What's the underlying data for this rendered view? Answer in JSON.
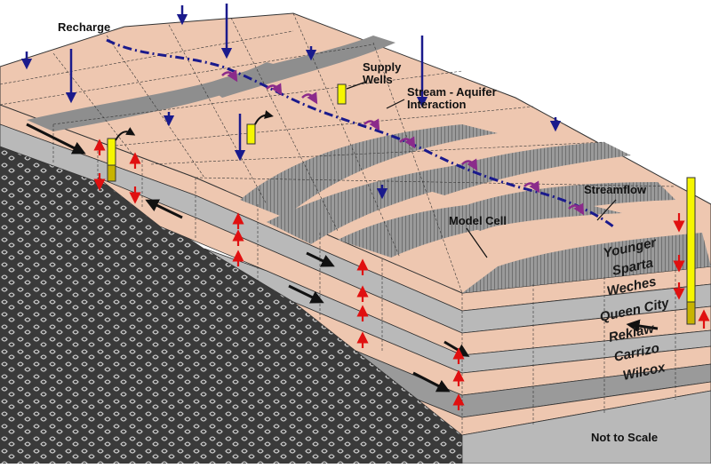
{
  "diagram": {
    "labels": {
      "recharge": "Recharge",
      "supply_wells_line1": "Supply",
      "supply_wells_line2": "Wells",
      "stream_aquifer_line1": "Stream - Aquifer",
      "stream_aquifer_line2": "Interaction",
      "streamflow": "Streamflow",
      "model_cell": "Model Cell",
      "not_to_scale": "Not to Scale"
    },
    "formations": [
      "Younger",
      "Sparta",
      "Weches",
      "Queen City",
      "Reklaw",
      "Carrizo",
      "Wilcox"
    ],
    "colors": {
      "sand": "#eec7b0",
      "clay": "#8e8e8e",
      "basement": "#3a3a3a",
      "front_gray": "#b9b9b9",
      "stream": "#1a1a8c",
      "recharge_arrow": "#1a1a8c",
      "exchange_arrow": "#8b2b8b",
      "vertical_flow_arrow": "#e01010",
      "well": "#f6f600",
      "flow_arrow": "#111111"
    }
  }
}
